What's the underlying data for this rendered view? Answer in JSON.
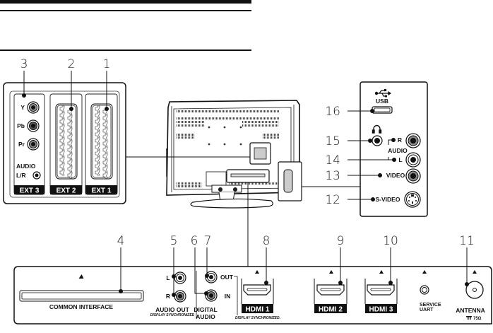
{
  "header": {
    "title": "",
    "subtitle": ""
  },
  "callouts": {
    "c1": "1",
    "c2": "2",
    "c3": "3",
    "c4": "4",
    "c5": "5",
    "c6": "6",
    "c7": "7",
    "c8": "8",
    "c9": "9",
    "c10": "10",
    "c11": "11",
    "c12": "12",
    "c13": "13",
    "c14": "14",
    "c15": "15",
    "c16": "16"
  },
  "left_panel": {
    "ext3": {
      "label": "EXT 3",
      "y": "Y",
      "pb": "Pb",
      "pr": "Pr",
      "audio": "AUDIO",
      "lr": "L/R"
    },
    "ext2": {
      "label": "EXT 2"
    },
    "ext1": {
      "label": "EXT 1"
    }
  },
  "side_panel": {
    "usb": "USB",
    "audio": "AUDIO",
    "r": "R",
    "l": "L",
    "video": "VIDEO",
    "svideo": "S-VIDEO",
    "headphone_icon": "headphone-icon",
    "usb_icon": "usb-icon"
  },
  "bottom_panel": {
    "common_interface": "COMMON INTERFACE",
    "audio_out": "AUDIO OUT",
    "audio_out_sub": "DISPLAY SYNCHRONIZED",
    "l": "L",
    "r": "R",
    "out": "OUT",
    "in": "IN",
    "digital": "DIGITAL",
    "audio": "AUDIO",
    "hdmi1": "HDMI 1",
    "hdmi1_sub": "DISPLAY SYNCHRONIZED.",
    "hdmi2": "HDMI 2",
    "hdmi3": "HDMI 3",
    "service": "SERVICE",
    "uart": "UART",
    "antenna": "ANTENNA",
    "antenna_sub": "75Ω"
  }
}
